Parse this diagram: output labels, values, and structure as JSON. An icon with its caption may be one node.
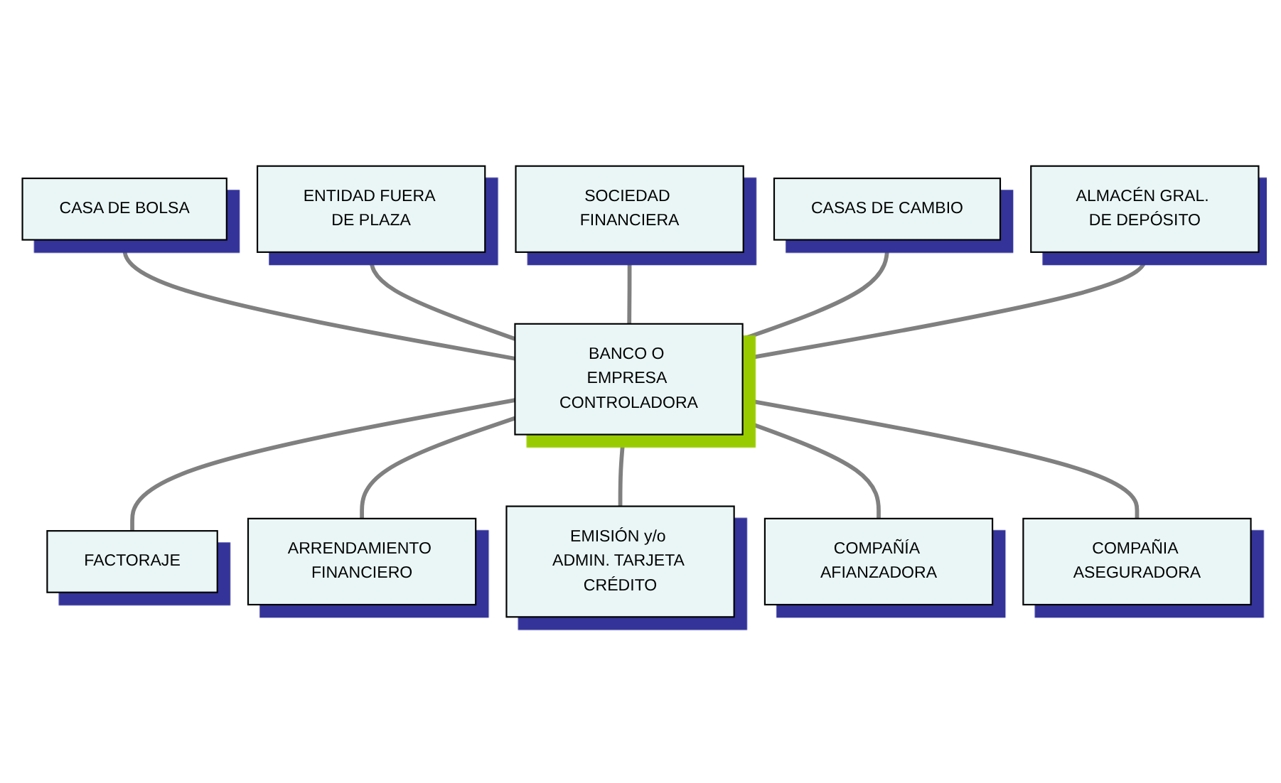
{
  "diagram": {
    "nodes": [
      {
        "text": [
          "SOCIEDAD FINANCIERA"
        ]
      },
      {
        "text": [
          "ENTIDAD FUERA DE PLAZA"
        ]
      },
      {
        "text": [
          "CASAS DE CAMBIO"
        ]
      },
      {
        "text": [
          "CASA DE BOLSA"
        ]
      },
      {
        "text": [
          "ALMACÉN GRAL. DE DEPÓSITO"
        ]
      },
      {
        "text": [
          "BANCO O EMPRESA CONTROLADORA"
        ]
      },
      {
        "text": [
          "FACTORAJE"
        ]
      },
      {
        "text": [
          "COMPAÑIA ASEGURADORA"
        ]
      },
      {
        "text": [
          "ARRENDAMIENTO FINANCIERO"
        ]
      },
      {
        "text": [
          "COMPAÑÍA AFIANZADORA"
        ]
      },
      {
        "text": [
          "EMISIÓN y/o ADMIN. TARJETA CRÉDITO"
        ]
      }
    ],
    "edges": [
      {
        "from": 3,
        "to": 5,
        "arrow": "none"
      },
      {
        "from": 1,
        "to": 5,
        "arrow": "none"
      },
      {
        "from": 0,
        "to": 5,
        "arrow": "none"
      },
      {
        "from": 2,
        "to": 5,
        "arrow": "none"
      },
      {
        "from": 4,
        "to": 5,
        "arrow": "none"
      },
      {
        "from": 5,
        "to": 6,
        "arrow": "none"
      },
      {
        "from": 5,
        "to": 8,
        "arrow": "none"
      },
      {
        "from": 5,
        "to": 10,
        "arrow": "none"
      },
      {
        "from": 5,
        "to": 9,
        "arrow": "none"
      },
      {
        "from": 5,
        "to": 7,
        "arrow": "none"
      }
    ]
  }
}
